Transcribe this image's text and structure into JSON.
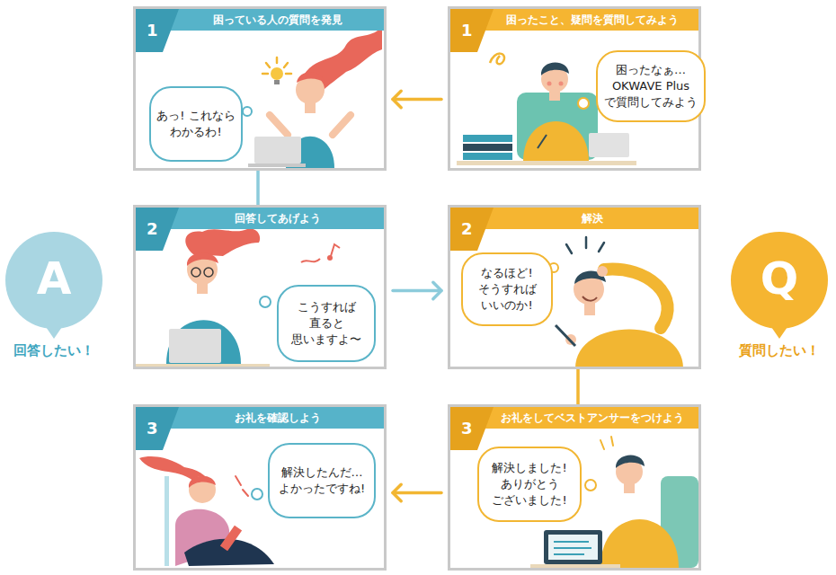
{
  "diagram": {
    "nodes": [
      {
        "text": [
          "1",
          "困っている人の質問を発見"
        ]
      },
      {
        "text": [
          "あっ! これなら わかるわ!"
        ],
        "in": 0
      },
      {
        "text": [
          "1",
          "困ったこと、疑問を質問してみよう"
        ]
      },
      {
        "text": [
          "困ったなぁ… OKWAVE Plus で質問してみよう"
        ],
        "in": 2
      },
      {
        "text": [
          "2",
          "回答してあげよう"
        ]
      },
      {
        "text": [
          "こうすれば 直ると 思いますよ〜"
        ],
        "in": 4
      },
      {
        "text": [
          "2",
          "解決"
        ]
      },
      {
        "text": [
          "なるほど! そうすれば いいのか!"
        ],
        "in": 6
      },
      {
        "text": [
          "3",
          "お礼を確認しよう"
        ]
      },
      {
        "text": [
          "解決したんだ… よかったですね!"
        ],
        "in": 8
      },
      {
        "text": [
          "3",
          "お礼をしてベストアンサーをつけよう"
        ]
      },
      {
        "text": [
          "解決しました! ありがとう ございました!"
        ],
        "in": 10
      },
      {
        "text": [
          "A",
          "回答したい！"
        ]
      },
      {
        "text": [
          "Q",
          "質問したい！"
        ]
      }
    ],
    "edges": [
      {
        "from": 2,
        "to": 0,
        "arrow": "to"
      },
      {
        "from": 0,
        "to": 4,
        "arrow": "none"
      },
      {
        "from": 4,
        "to": 6,
        "arrow": "to"
      },
      {
        "from": 6,
        "to": 10,
        "arrow": "none"
      },
      {
        "from": 10,
        "to": 8,
        "arrow": "to"
      }
    ]
  }
}
